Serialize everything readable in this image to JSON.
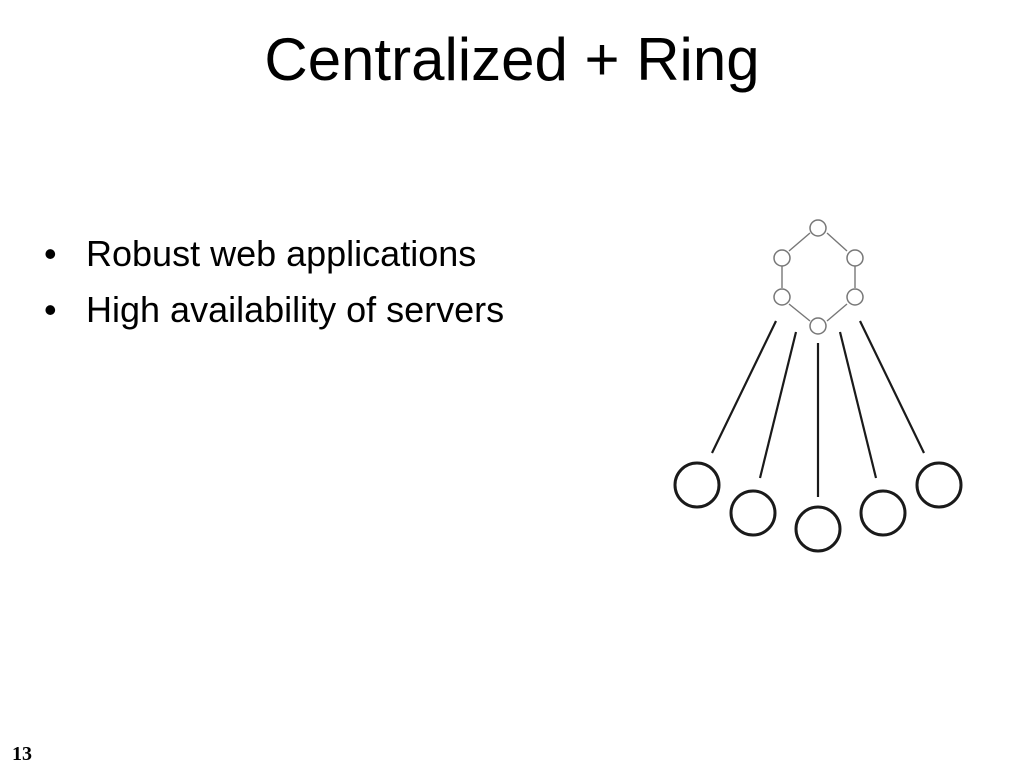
{
  "slide": {
    "title": "Centralized + Ring",
    "bullets": [
      "Robust web applications",
      "High availability of servers"
    ],
    "page_number": "13"
  },
  "diagram": {
    "ring_nodes": 6,
    "client_nodes": 5,
    "ring_color": "#777777",
    "client_color": "#1a1a1a"
  }
}
